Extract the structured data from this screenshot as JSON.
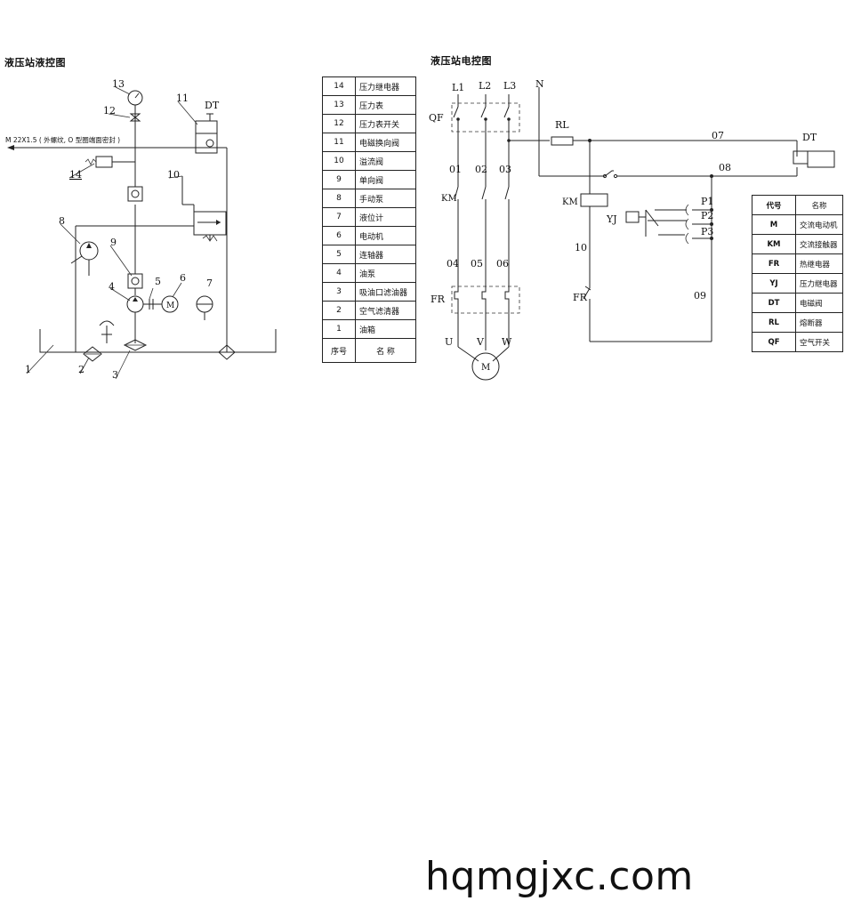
{
  "hydraulic": {
    "title": "液压站液控图",
    "port_note": "M 22X1.5 ( 外螺纹, O 型圈端面密封 )",
    "labels": {
      "l1": "1",
      "l2": "2",
      "l3": "3",
      "l4": "4",
      "l5": "5",
      "l6": "6",
      "l7": "7",
      "l8": "8",
      "l9": "9",
      "l10": "10",
      "l11": "11",
      "l12": "12",
      "l13": "13",
      "l14": "14",
      "dt": "DT",
      "motor": "M"
    }
  },
  "parts_table": {
    "rows": [
      {
        "no": "14",
        "name": "压力继电器"
      },
      {
        "no": "13",
        "name": "压力表"
      },
      {
        "no": "12",
        "name": "压力表开关"
      },
      {
        "no": "11",
        "name": "电磁换向阀"
      },
      {
        "no": "10",
        "name": "溢流阀"
      },
      {
        "no": "9",
        "name": "单向阀"
      },
      {
        "no": "8",
        "name": "手动泵"
      },
      {
        "no": "7",
        "name": "液位计"
      },
      {
        "no": "6",
        "name": "电动机"
      },
      {
        "no": "5",
        "name": "连轴器"
      },
      {
        "no": "4",
        "name": "油泵"
      },
      {
        "no": "3",
        "name": "吸油口滤油器"
      },
      {
        "no": "2",
        "name": "空气滤清器"
      },
      {
        "no": "1",
        "name": "油箱"
      }
    ],
    "header": {
      "no": "序号",
      "name": "名  称"
    }
  },
  "electrical": {
    "title": "液压站电控图",
    "labels": {
      "L1": "L1",
      "L2": "L2",
      "L3": "L3",
      "N": "N",
      "QF": "QF",
      "RL": "RL",
      "w07": "07",
      "w08": "08",
      "DT": "DT",
      "w01": "01",
      "w02": "02",
      "w03": "03",
      "KM": "KM",
      "KM2": "KM",
      "P1": "P1",
      "P2": "P2",
      "P3": "P3",
      "YJ": "YJ",
      "w10": "10",
      "w04": "04",
      "w05": "05",
      "w06": "06",
      "FR": "FR",
      "FR2": "FR",
      "w09": "09",
      "U": "U",
      "V": "V",
      "W": "W",
      "M": "M"
    }
  },
  "code_table": {
    "header": {
      "code": "代号",
      "name": "名称"
    },
    "rows": [
      {
        "code": "M",
        "name": "交流电动机"
      },
      {
        "code": "KM",
        "name": "交流接触器"
      },
      {
        "code": "FR",
        "name": "热继电器"
      },
      {
        "code": "YJ",
        "name": "压力继电器"
      },
      {
        "code": "DT",
        "name": "电磁阀"
      },
      {
        "code": "RL",
        "name": "熔断器"
      },
      {
        "code": "QF",
        "name": "空气开关"
      }
    ]
  },
  "watermark": "hqmgjxc.com"
}
